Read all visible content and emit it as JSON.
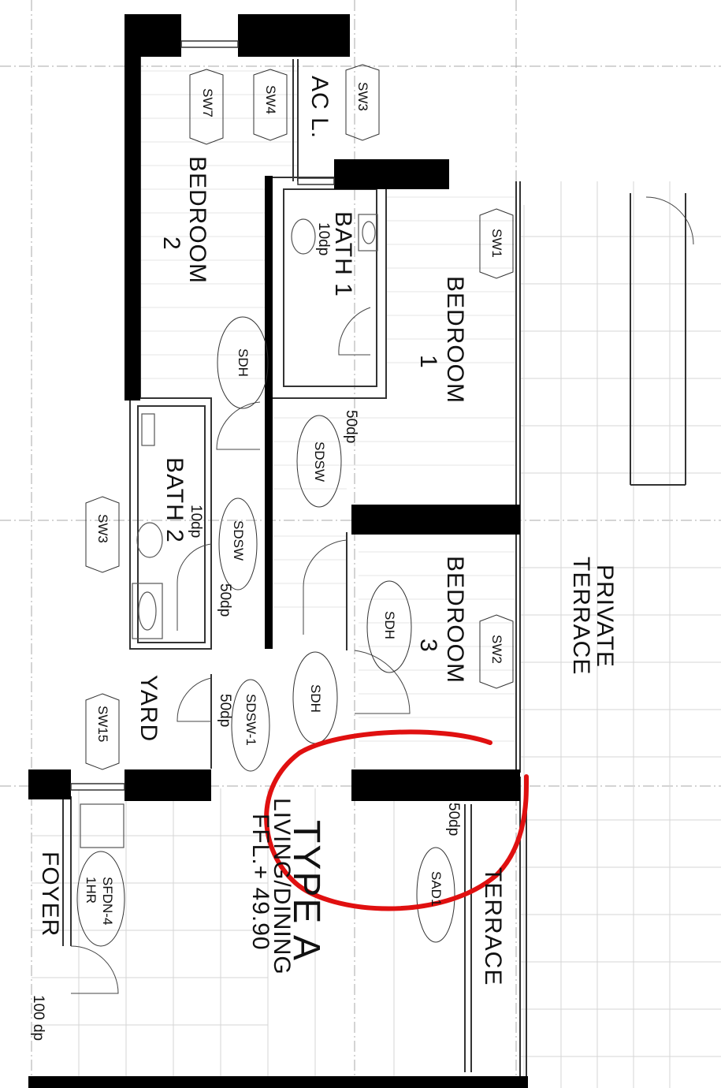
{
  "labels": {
    "bedroom2_a": "BEDROOM",
    "bedroom2_b": "2",
    "bath1": "BATH 1",
    "bath1_dp": "10dp",
    "bedroom1_a": "BEDROOM",
    "bedroom1_b": "1",
    "bath2": "BATH 2",
    "bath2_dp": "10dp",
    "bedroom3_a": "BEDROOM",
    "bedroom3_b": "3",
    "private_terrace_a": "PRIVATE",
    "private_terrace_b": "TERRACE",
    "ac": "AC L.",
    "yard": "YARD",
    "type": "TYPE A",
    "living": "LIVING/DINING",
    "ffl": "FFL.+ 49.90",
    "terrace": "TERRACE",
    "foyer": "FOYER",
    "foyer_dp": "100 dp",
    "dp50_a": "50dp",
    "dp50_b": "50dp",
    "dp50_c": "50dp",
    "dp50_d": "50dp",
    "sfdn_a": "SFDN-4",
    "sfdn_b": "1HR"
  },
  "tags": {
    "sw7": "SW7",
    "sw4": "SW4",
    "sw3_top": "SW3",
    "sw1": "SW1",
    "sdh_1": "SDH",
    "sdsw_1": "SDSW",
    "sw3_left": "SW3",
    "sdsw_2": "SDSW",
    "sdh_2": "SDH",
    "sw2": "SW2",
    "sw15": "SW15",
    "sdsw_3": "SDSW-1",
    "sdh_3": "SDH",
    "sad": "SAD1"
  },
  "colors": {
    "wall": "#000000",
    "line": "#333333",
    "grid": "#b8b8b8",
    "markup": "#e01010"
  }
}
